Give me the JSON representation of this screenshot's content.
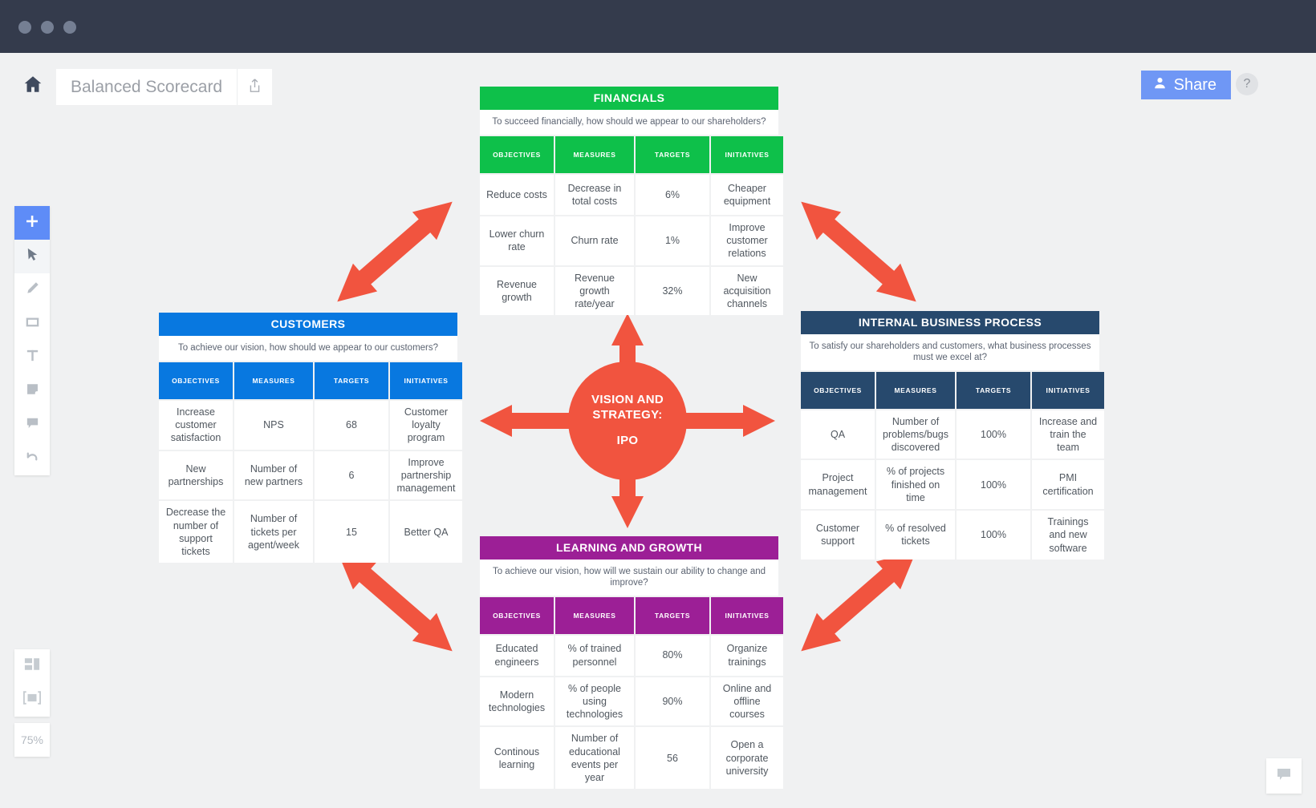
{
  "window": {
    "dots": 3
  },
  "header": {
    "home_icon": "home-icon",
    "document_title": "Balanced Scorecard",
    "export_icon": "share-export-icon",
    "share_label": "Share",
    "share_icon": "person-icon",
    "help_label": "?"
  },
  "toolbar": {
    "items": [
      {
        "name": "add-tool",
        "icon": "plus-icon",
        "state": "active"
      },
      {
        "name": "select-tool",
        "icon": "cursor-arrow-icon",
        "state": "selected"
      },
      {
        "name": "pen-tool",
        "icon": "pencil-icon",
        "state": "idle"
      },
      {
        "name": "shape-tool",
        "icon": "rectangle-icon",
        "state": "idle"
      },
      {
        "name": "text-tool",
        "icon": "text-t-icon",
        "state": "idle"
      },
      {
        "name": "sticky-note-tool",
        "icon": "sticky-note-icon",
        "state": "idle"
      },
      {
        "name": "comment-tool",
        "icon": "comment-bubble-icon",
        "state": "idle"
      },
      {
        "name": "undo-tool",
        "icon": "undo-arrow-icon",
        "state": "idle"
      }
    ]
  },
  "zoom_controls": {
    "layout_icon": "layout-panels-icon",
    "fit_icon": "fit-to-screen-icon",
    "zoom_level": "75%"
  },
  "chat": {
    "icon": "chat-bubble-icon"
  },
  "hub": {
    "line1": "VISION AND",
    "line2": "STRATEGY:",
    "line3": "IPO",
    "color": "#f1543f"
  },
  "columns": [
    "OBJECTIVES",
    "MEASURES",
    "TARGETS",
    "INITIATIVES"
  ],
  "perspectives": [
    {
      "id": "financials",
      "title": "FINANCIALS",
      "question": "To succeed financially, how should we appear to our shareholders?",
      "color": "#0ec04a",
      "rows": [
        [
          "Reduce costs",
          "Decrease in total costs",
          "6%",
          "Cheaper equipment"
        ],
        [
          "Lower churn rate",
          "Churn rate",
          "1%",
          "Improve customer relations"
        ],
        [
          "Revenue growth",
          "Revenue growth rate/year",
          "32%",
          "New acquisition channels"
        ]
      ]
    },
    {
      "id": "customers",
      "title": "CUSTOMERS",
      "question": "To achieve our vision, how should we appear to our customers?",
      "color": "#0878e0",
      "rows": [
        [
          "Increase customer satisfaction",
          "NPS",
          "68",
          "Customer loyalty program"
        ],
        [
          "New partnerships",
          "Number of new partners",
          "6",
          "Improve partnership management"
        ],
        [
          "Decrease the number of support tickets",
          "Number of tickets per agent/week",
          "15",
          "Better QA"
        ]
      ]
    },
    {
      "id": "internal-business-process",
      "title": "INTERNAL BUSINESS PROCESS",
      "question": "To satisfy our shareholders and customers, what business processes must we excel at?",
      "color": "#27496d",
      "rows": [
        [
          "QA",
          "Number of problems/bugs discovered",
          "100%",
          "Increase and train the team"
        ],
        [
          "Project management",
          "% of projects finished on time",
          "100%",
          "PMI certification"
        ],
        [
          "Customer support",
          "% of resolved tickets",
          "100%",
          "Trainings and new software"
        ]
      ]
    },
    {
      "id": "learning-and-growth",
      "title": "LEARNING AND GROWTH",
      "question": "To achieve our vision, how will we sustain our ability to change and improve?",
      "color": "#9c1f96",
      "rows": [
        [
          "Educated engineers",
          "% of trained personnel",
          "80%",
          "Organize trainings"
        ],
        [
          "Modern technologies",
          "% of people using technologies",
          "90%",
          "Online and offline courses"
        ],
        [
          "Continous learning",
          "Number of educational events per year",
          "56",
          "Open a corporate university"
        ]
      ]
    }
  ]
}
